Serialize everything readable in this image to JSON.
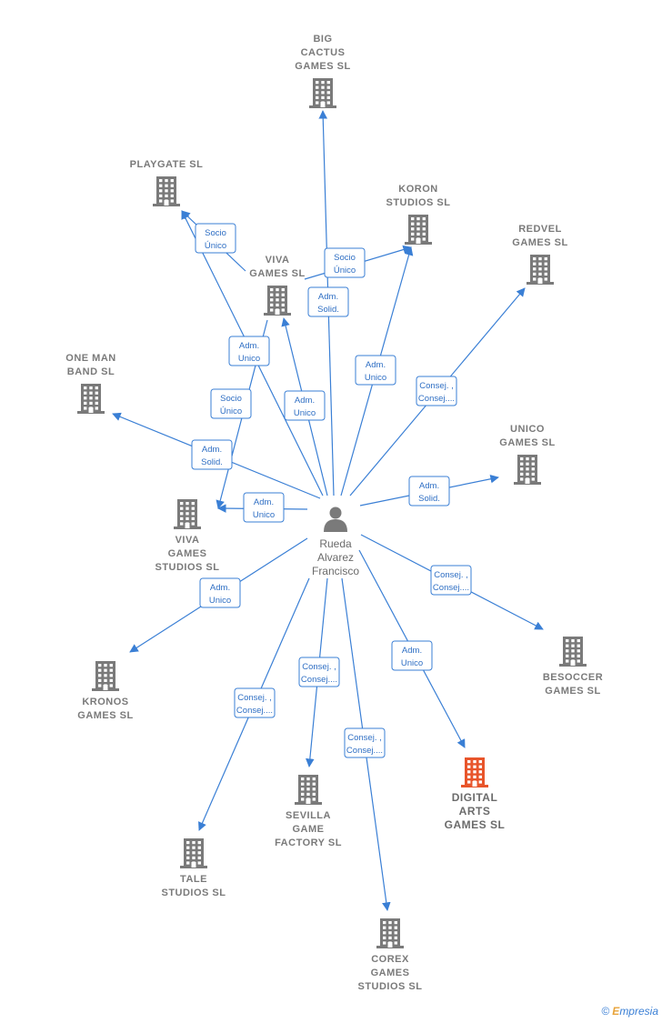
{
  "colors": {
    "building": "#7a7a7a",
    "building_highlight": "#e8552b",
    "edge": "#3a7fd5",
    "person": "#7a7a7a"
  },
  "center": {
    "lines": [
      "Rueda",
      "Alvarez",
      "Francisco"
    ],
    "icon": "person-icon"
  },
  "companies": [
    {
      "id": "big-cactus",
      "lines": [
        "BIG",
        "CACTUS",
        "GAMES  SL"
      ]
    },
    {
      "id": "playgate",
      "lines": [
        "PLAYGATE  SL"
      ]
    },
    {
      "id": "koron",
      "lines": [
        "KORON",
        "STUDIOS  SL"
      ]
    },
    {
      "id": "redvel",
      "lines": [
        "REDVEL",
        "GAMES  SL"
      ]
    },
    {
      "id": "viva-games",
      "lines": [
        "VIVA",
        "GAMES  SL"
      ]
    },
    {
      "id": "one-man-band",
      "lines": [
        "ONE MAN",
        "BAND  SL"
      ]
    },
    {
      "id": "unico-games",
      "lines": [
        "UNICO",
        "GAMES  SL"
      ]
    },
    {
      "id": "viva-games-studios",
      "lines": [
        "VIVA",
        "GAMES",
        "STUDIOS  SL"
      ]
    },
    {
      "id": "kronos",
      "lines": [
        "KRONOS",
        "GAMES  SL"
      ]
    },
    {
      "id": "besoccer",
      "lines": [
        "BESOCCER",
        "GAMES  SL"
      ]
    },
    {
      "id": "digital-arts",
      "lines": [
        "DIGITAL",
        "ARTS",
        "GAMES  SL"
      ],
      "highlight": true
    },
    {
      "id": "sevilla",
      "lines": [
        "SEVILLA",
        "GAME",
        "FACTORY  SL"
      ]
    },
    {
      "id": "tale",
      "lines": [
        "TALE",
        "STUDIOS  SL"
      ]
    },
    {
      "id": "corex",
      "lines": [
        "COREX",
        "GAMES",
        "STUDIOS  SL"
      ]
    }
  ],
  "relations": [
    {
      "to": "big-cactus",
      "lines": [
        "Adm.",
        "Solid."
      ]
    },
    {
      "to": "koron",
      "lines": [
        "Adm.",
        "Unico"
      ]
    },
    {
      "to": "redvel",
      "lines": [
        "Consej. ,",
        "Consej...."
      ]
    },
    {
      "to": "playgate",
      "lines": [
        "Adm.",
        "Unico"
      ]
    },
    {
      "to": "viva-games",
      "lines": [
        "Adm.",
        "Unico"
      ]
    },
    {
      "to": "one-man-band",
      "lines": [
        "Adm.",
        "Solid."
      ]
    },
    {
      "to": "unico-games",
      "lines": [
        "Adm.",
        "Solid."
      ]
    },
    {
      "to": "viva-games-studios",
      "lines": [
        "Adm.",
        "Unico"
      ]
    },
    {
      "to": "kronos",
      "lines": [
        "Adm.",
        "Unico"
      ]
    },
    {
      "to": "besoccer",
      "lines": [
        "Consej. ,",
        "Consej...."
      ]
    },
    {
      "to": "digital-arts",
      "lines": [
        "Adm.",
        "Unico"
      ]
    },
    {
      "to": "sevilla",
      "lines": [
        "Consej. ,",
        "Consej...."
      ]
    },
    {
      "to": "tale",
      "lines": [
        "Consej. ,",
        "Consej...."
      ]
    },
    {
      "to": "corex",
      "lines": [
        "Consej. ,",
        "Consej...."
      ]
    },
    {
      "from": "viva-games",
      "to": "playgate",
      "lines": [
        "Socio",
        "Único"
      ]
    },
    {
      "from": "viva-games",
      "to": "koron",
      "lines": [
        "Socio",
        "Único"
      ]
    },
    {
      "from": "viva-games",
      "to": "viva-games-studios",
      "lines": [
        "Socio",
        "Único"
      ]
    }
  ],
  "footer": {
    "copyright": "©",
    "brand_initial": "E",
    "brand_rest": "mpresia"
  }
}
